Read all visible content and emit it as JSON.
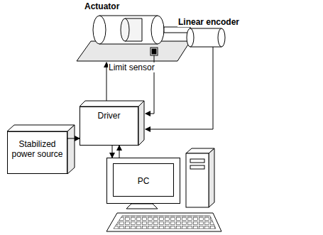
{
  "diagram": {
    "nodes": [
      {
        "text": [
          "Stabilized power source"
        ]
      },
      {
        "text": [
          "Driver"
        ]
      },
      {
        "text": [
          "PC"
        ]
      }
    ],
    "edges": [
      {
        "from": 0,
        "to": 1,
        "arrow": "to"
      },
      {
        "from": 1,
        "to": 2,
        "arrow": "to"
      },
      {
        "from": 2,
        "to": 1,
        "arrow": "to"
      }
    ],
    "labels": [
      "Actuator",
      "Linear encoder",
      "Limit sensor"
    ]
  }
}
